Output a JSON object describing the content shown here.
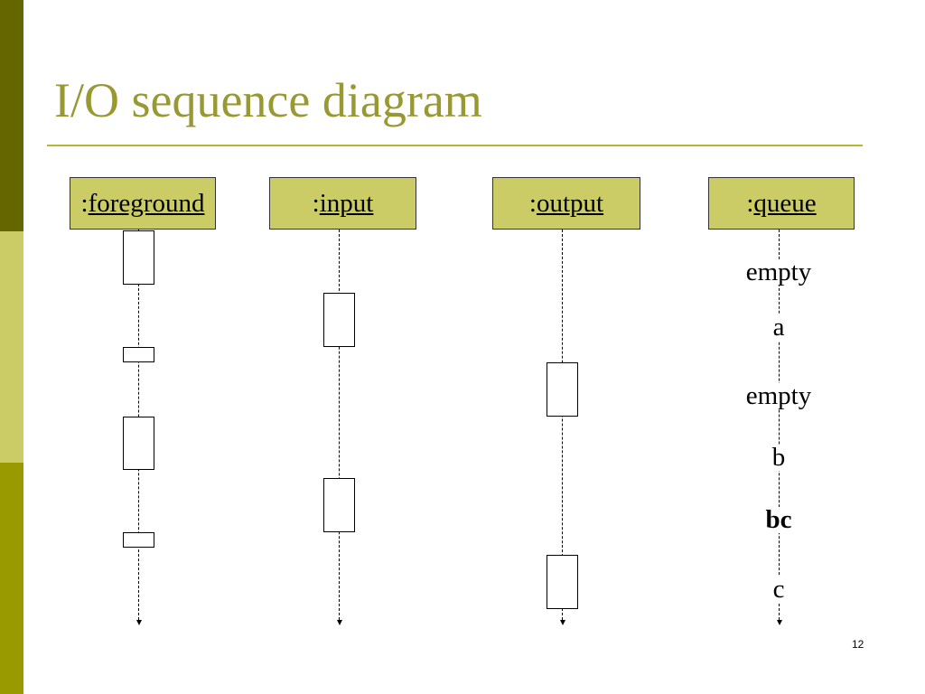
{
  "slide": {
    "title": "I/O sequence diagram",
    "page_number": "12"
  },
  "lifelines": {
    "foreground": {
      "prefix": ":",
      "name": "foreground"
    },
    "input": {
      "prefix": ":",
      "name": "input"
    },
    "output": {
      "prefix": ":",
      "name": "output"
    },
    "queue": {
      "prefix": ":",
      "name": "queue"
    }
  },
  "queue_states": [
    "empty",
    "a",
    "empty",
    "b",
    "bc",
    "c"
  ],
  "colors": {
    "title": "#999933",
    "lifeline_fill": "#cccc66",
    "sidebar_dark": "#666600",
    "sidebar_light": "#cccc66",
    "sidebar_mid": "#999900"
  }
}
